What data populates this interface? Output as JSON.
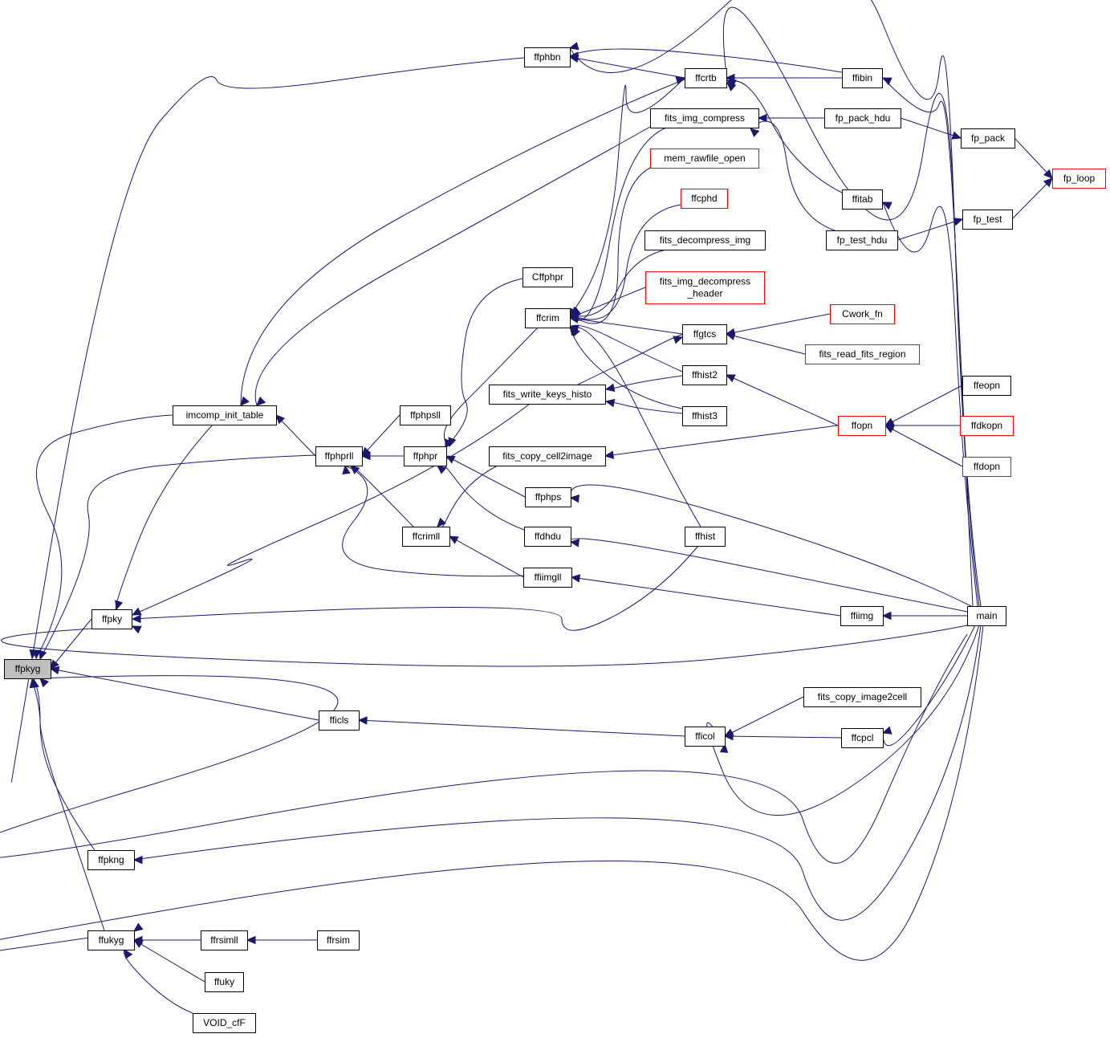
{
  "graph": {
    "title": "",
    "node_labels": {
      "ffpkyg": "ffpkyg",
      "ffpky": "ffpky",
      "ffpkng": "ffpkng",
      "ffukyg": "ffukyg",
      "imcomp_init_table": "imcomp_init_table",
      "fficls": "fficls",
      "ffphbn": "ffphbn",
      "ffcrtb": "ffcrtb",
      "fits_img_compress": "fits_img_compress",
      "mem_rawfile_open": "mem_rawfile_open",
      "ffcphd": "ffcphd",
      "fits_decompress_img": "fits_decompress_img",
      "fits_img_decompress_header": [
        "fits_img_decompress",
        "_header"
      ],
      "Cffphpr": "Cffphpr",
      "ffcrim": "ffcrim",
      "ffgtcs": "ffgtcs",
      "fits_write_keys_histo": "fits_write_keys_histo",
      "ffhist2": "ffhist2",
      "ffphpsll": "ffphpsll",
      "ffphprll": "ffphprll",
      "ffphpr": "ffphpr",
      "ffhist3": "ffhist3",
      "fits_copy_cell2image": "fits_copy_cell2image",
      "ffphps": "ffphps",
      "ffcrimll": "ffcrimll",
      "ffdhdu": "ffdhdu",
      "ffhist": "ffhist",
      "ffiimgll": "ffiimgll",
      "ffibin": "ffibin",
      "fp_pack_hdu": "fp_pack_hdu",
      "fp_pack": "fp_pack",
      "fp_loop": "fp_loop",
      "ffitab": "ffitab",
      "fp_test_hdu": "fp_test_hdu",
      "fp_test": "fp_test",
      "Cwork_fn": "Cwork_fn",
      "fits_read_fits_region": "fits_read_fits_region",
      "ffopn": "ffopn",
      "ffeopn": "ffeopn",
      "ffdkopn": "ffdkopn",
      "ffdopn": "ffdopn",
      "ffiimg": "ffiimg",
      "main": "main",
      "fits_copy_image2cell": "fits_copy_image2cell",
      "fficol": "fficol",
      "ffcpcl": "ffcpcl",
      "ffrsimll": "ffrsimll",
      "ffrsim": "ffrsim",
      "ffuky": "ffuky",
      "VOID_cfF": "VOID_cfF"
    },
    "node_styles": {
      "ffpkyg": "highlight",
      "mem_rawfile_open": "truncated",
      "ffcphd": "truncated",
      "fits_img_decompress_header": "truncated",
      "fp_loop": "truncated",
      "Cwork_fn": "truncated",
      "fits_read_fits_region": "truncated",
      "ffopn": "truncated",
      "ffdkopn": "truncated",
      "ffdopn": "truncated"
    },
    "colors": {
      "edge": "#191970",
      "highlight_fill": "#bfbfbf",
      "normal_border": "#000000",
      "truncated_border": "#ff0000",
      "background": "#ffffff"
    },
    "edges": [
      [
        "ffpky",
        "ffpkyg"
      ],
      [
        "imcomp_init_table",
        "ffpkyg"
      ],
      [
        "ffphbn",
        "ffpkyg"
      ],
      [
        "ffphprll",
        "ffpkyg"
      ],
      [
        "fficls",
        "ffpkyg"
      ],
      [
        "main",
        "ffpkyg"
      ],
      [
        "ffpkng",
        "ffpkyg"
      ],
      [
        "ffukyg",
        "ffpkyg"
      ],
      [
        "imcomp_init_table",
        "ffpky"
      ],
      [
        "fits_write_keys_histo",
        "ffpky"
      ],
      [
        "ffhist",
        "ffpky"
      ],
      [
        "main",
        "ffpky"
      ],
      [
        "ffcrtb",
        "imcomp_init_table"
      ],
      [
        "fits_img_compress",
        "imcomp_init_table"
      ],
      [
        "ffphprll",
        "imcomp_init_table"
      ],
      [
        "ffcrtb",
        "ffphbn"
      ],
      [
        "ffibin",
        "ffphbn"
      ],
      [
        "main",
        "ffphbn"
      ],
      [
        "ffibin",
        "ffcrtb"
      ],
      [
        "ffitab",
        "ffcrtb"
      ],
      [
        "main",
        "ffcrtb"
      ],
      [
        "fp_pack_hdu",
        "fits_img_compress"
      ],
      [
        "fp_test_hdu",
        "fits_img_compress"
      ],
      [
        "fp_pack_hdu",
        "fp_pack"
      ],
      [
        "fp_pack",
        "fp_loop"
      ],
      [
        "fp_test",
        "fp_loop"
      ],
      [
        "fp_test_hdu",
        "fp_test"
      ],
      [
        "main",
        "ffibin"
      ],
      [
        "main",
        "ffitab"
      ],
      [
        "ffcrim",
        "ffcrtb"
      ],
      [
        "fits_img_compress",
        "ffcrim"
      ],
      [
        "mem_rawfile_open",
        "ffcrim"
      ],
      [
        "ffcphd",
        "ffcrim"
      ],
      [
        "fits_decompress_img",
        "ffcrim"
      ],
      [
        "fits_img_decompress_header",
        "ffcrim"
      ],
      [
        "ffgtcs",
        "ffcrim"
      ],
      [
        "ffhist2",
        "ffcrim"
      ],
      [
        "ffhist3",
        "ffcrim"
      ],
      [
        "ffhist",
        "ffcrim"
      ],
      [
        "ffcrim",
        "ffphpr"
      ],
      [
        "Cffphpr",
        "ffphpr"
      ],
      [
        "Cwork_fn",
        "ffgtcs"
      ],
      [
        "fits_read_fits_region",
        "ffgtcs"
      ],
      [
        "ffhist2",
        "fits_write_keys_histo"
      ],
      [
        "ffhist3",
        "fits_write_keys_histo"
      ],
      [
        "fits_write_keys_histo",
        "ffgtcs"
      ],
      [
        "ffopn",
        "ffhist2"
      ],
      [
        "ffphpsll",
        "ffphprll"
      ],
      [
        "ffphpr",
        "ffphprll"
      ],
      [
        "ffcrimll",
        "ffphprll"
      ],
      [
        "ffiimgll",
        "ffphprll"
      ],
      [
        "ffphps",
        "ffphpr"
      ],
      [
        "ffdhdu",
        "ffphpr"
      ],
      [
        "fits_copy_cell2image",
        "ffcrimll"
      ],
      [
        "ffiimgll",
        "ffcrimll"
      ],
      [
        "ffopn",
        "fits_copy_cell2image"
      ],
      [
        "ffeopn",
        "ffopn"
      ],
      [
        "ffdkopn",
        "ffopn"
      ],
      [
        "ffdopn",
        "ffopn"
      ],
      [
        "main",
        "ffphps"
      ],
      [
        "main",
        "ffdhdu"
      ],
      [
        "ffiimg",
        "ffiimgll"
      ],
      [
        "main",
        "ffiimg"
      ],
      [
        "fficol",
        "fficls"
      ],
      [
        "fits_copy_image2cell",
        "fficol"
      ],
      [
        "ffcpcl",
        "fficol"
      ],
      [
        "main",
        "fficol"
      ],
      [
        "main",
        "ffcpcl"
      ],
      [
        "main",
        "ffpkng"
      ],
      [
        "main",
        "ffukyg"
      ],
      [
        "ffrsimll",
        "ffukyg"
      ],
      [
        "ffuky",
        "ffukyg"
      ],
      [
        "VOID_cfF",
        "ffukyg"
      ],
      [
        "ffrsim",
        "ffrsimll"
      ]
    ]
  }
}
